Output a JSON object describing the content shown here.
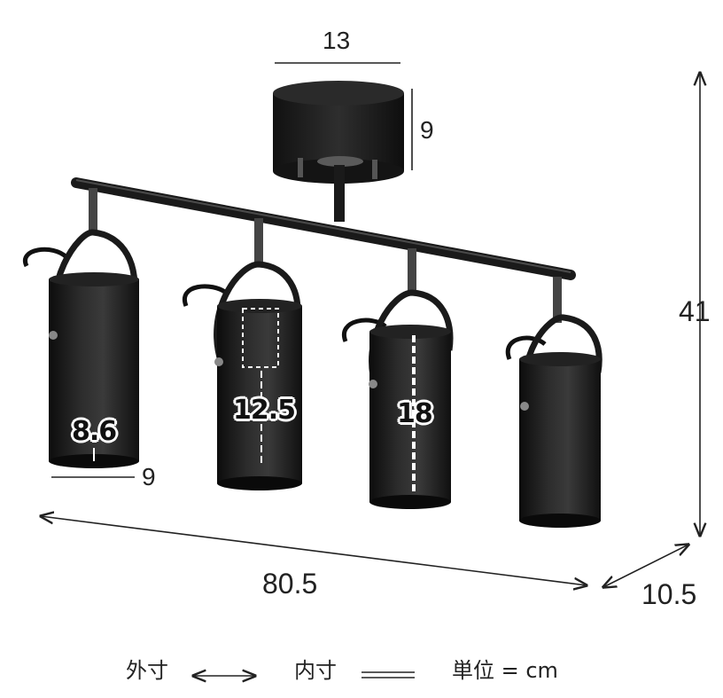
{
  "dimensions": {
    "base_width": "13",
    "base_height": "9",
    "total_height": "41",
    "total_width": "80.5",
    "depth": "10.5",
    "shade_diameter": "9"
  },
  "inner_dimensions": {
    "shade_inner_diameter": "8.6",
    "socket_depth": "12.5",
    "shade_length": "18"
  },
  "legend": {
    "outer_label": "外寸",
    "inner_label": "内寸",
    "unit_label": "単位 = cm"
  },
  "colors": {
    "fixture": "#1a1a1a",
    "dimension_line": "#222222",
    "background": "#ffffff"
  }
}
